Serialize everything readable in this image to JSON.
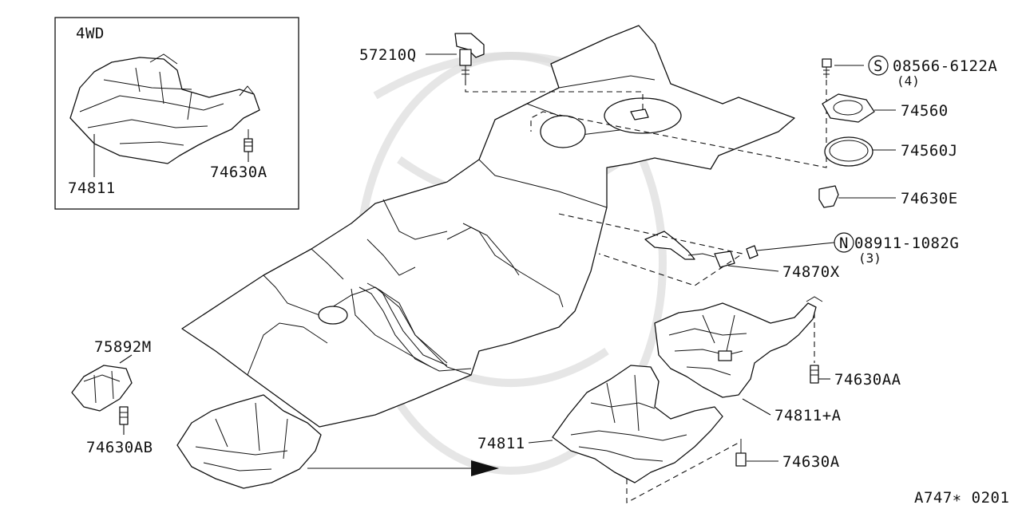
{
  "inset": {
    "variant": "4WD",
    "part_labels": [
      "74811",
      "74630A"
    ]
  },
  "main": {
    "part_labels": {
      "p57210Q": "57210Q",
      "p08566": "08566-6122A",
      "p08566_qty": "(4)",
      "p08566_symbol": "S",
      "p74560": "74560",
      "p74560J": "74560J",
      "p74630E": "74630E",
      "p08911": "08911-1082G",
      "p08911_qty": "(3)",
      "p08911_symbol": "N",
      "p74870X": "74870X",
      "p75892M": "75892M",
      "p74630AB": "74630AB",
      "p74630AA": "74630AA",
      "p74811A": "74811+A",
      "p74811": "74811",
      "p74630A": "74630A"
    }
  },
  "diagram_code": "A747∗ 0201",
  "colors": {
    "line": "#111111",
    "background": "#ffffff",
    "watermark": "#dcdcdc"
  }
}
